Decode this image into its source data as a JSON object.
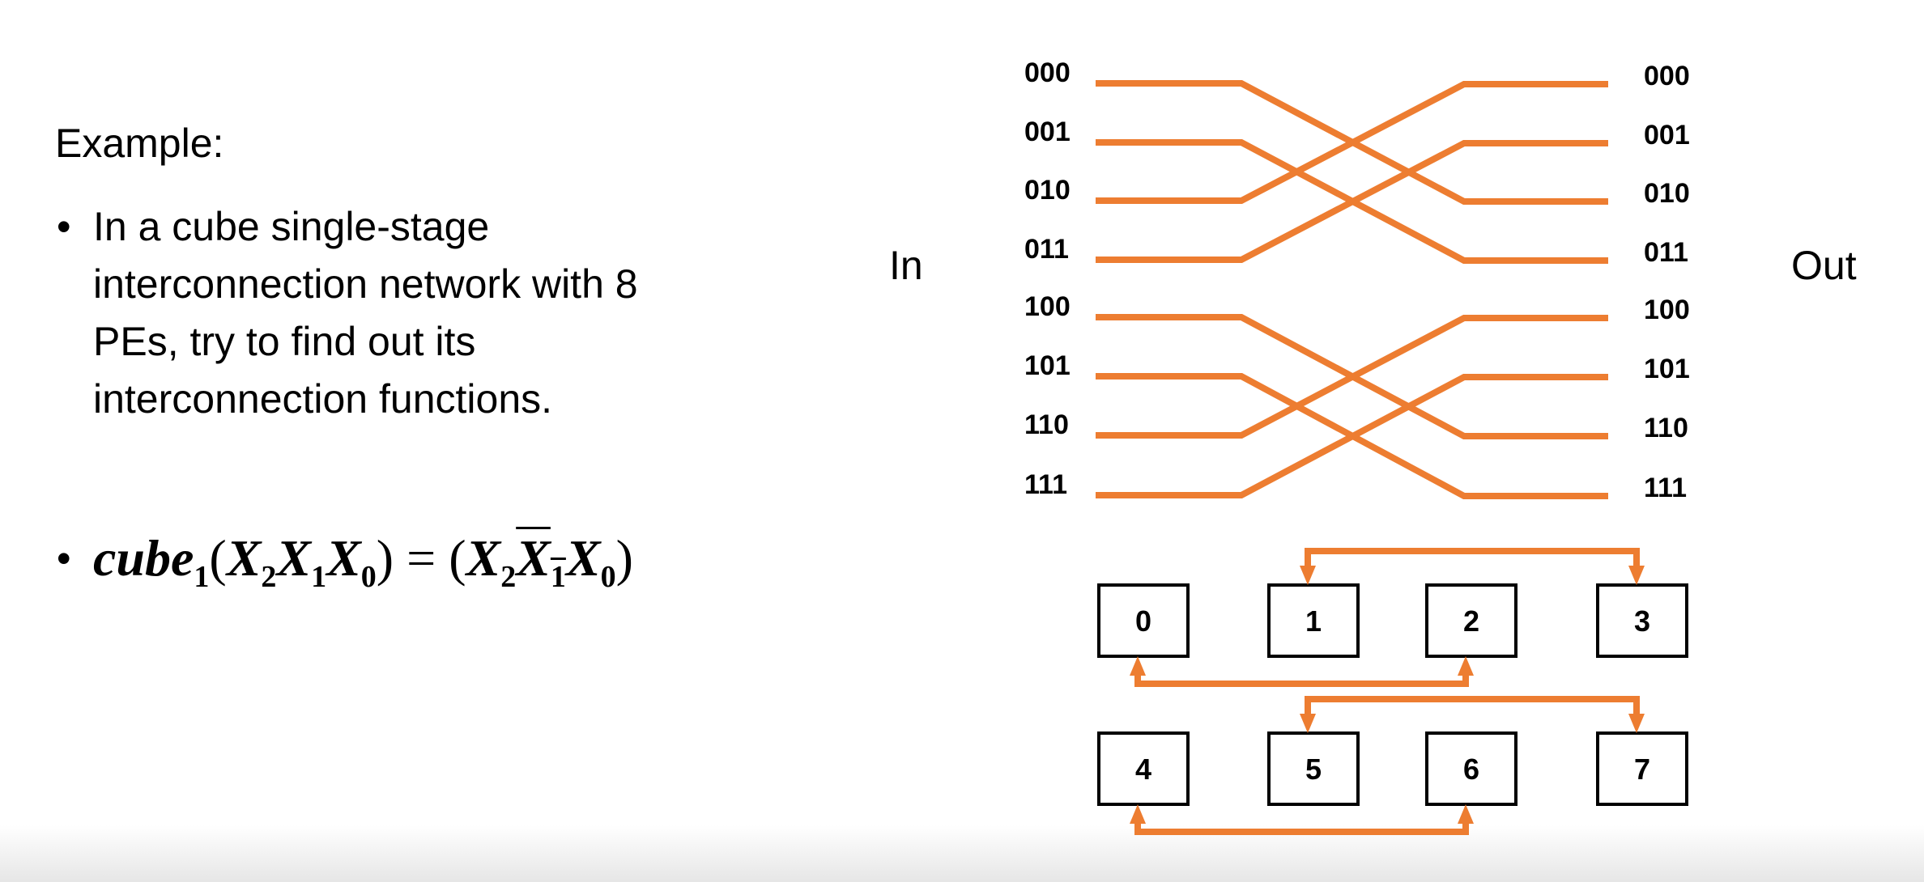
{
  "slide": {
    "heading": "Example:",
    "bullet1": "In a cube single-stage interconnection network with 8 PEs, try to find out its interconnection functions.",
    "bullet1_lines": [
      "In a cube single-stage",
      "interconnection network with 8",
      "PEs, try to find out its",
      "interconnection functions."
    ],
    "bullet_char": "•",
    "formula": {
      "func": "cube",
      "func_sub": "1",
      "lhs": [
        {
          "v": "X",
          "s": "2"
        },
        {
          "v": "X",
          "s": "1"
        },
        {
          "v": "X",
          "s": "0"
        }
      ],
      "equals": "=",
      "open": "(",
      "close": ")",
      "rhs": [
        {
          "v": "X",
          "s": "2",
          "bar": false
        },
        {
          "v": "X",
          "s": "1",
          "bar": true
        },
        {
          "v": "X",
          "s": "0",
          "bar": false
        }
      ]
    }
  },
  "network": {
    "in_label": "In",
    "out_label": "Out",
    "inputs": [
      "000",
      "001",
      "010",
      "011",
      "100",
      "101",
      "110",
      "111"
    ],
    "outputs": [
      "000",
      "001",
      "010",
      "011",
      "100",
      "101",
      "110",
      "111"
    ],
    "mapping": [
      2,
      3,
      0,
      1,
      6,
      7,
      4,
      5
    ],
    "line_color": "#ED7D31"
  },
  "pe_grid": {
    "rows": [
      [
        "0",
        "1",
        "2",
        "3"
      ],
      [
        "4",
        "5",
        "6",
        "7"
      ]
    ],
    "pairs": [
      [
        "1",
        "3"
      ],
      [
        "0",
        "2"
      ],
      [
        "5",
        "7"
      ],
      [
        "4",
        "6"
      ]
    ],
    "arrow_color": "#ED7D31"
  }
}
